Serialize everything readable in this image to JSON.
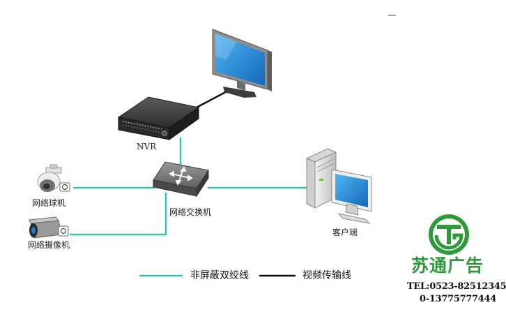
{
  "colors": {
    "twisted_pair": "#37c2b4",
    "video_line": "#111111",
    "brand_green": "#2e9a3a",
    "screen_blue": "#1c7fd1"
  },
  "nodes": {
    "monitor": {
      "icon": "monitor-icon"
    },
    "nvr": {
      "label": "NVR",
      "icon": "nvr-recorder-icon"
    },
    "switch": {
      "label": "网络交换机",
      "icon": "network-switch-icon"
    },
    "client": {
      "label": "客户端",
      "icon": "desktop-computer-icon"
    },
    "dome_camera": {
      "label": "网络球机",
      "icon": "dome-camera-icon"
    },
    "bullet_camera": {
      "label": "网络摄像机",
      "icon": "bullet-camera-icon"
    }
  },
  "legend": {
    "twisted_pair_label": "非屏蔽双绞线",
    "video_line_label": "视频传输线"
  },
  "brand": {
    "logo_letters": "STG",
    "name": "苏通广告",
    "tel": "TEL:0523-82512345",
    "mobile": "0-13775777444"
  }
}
